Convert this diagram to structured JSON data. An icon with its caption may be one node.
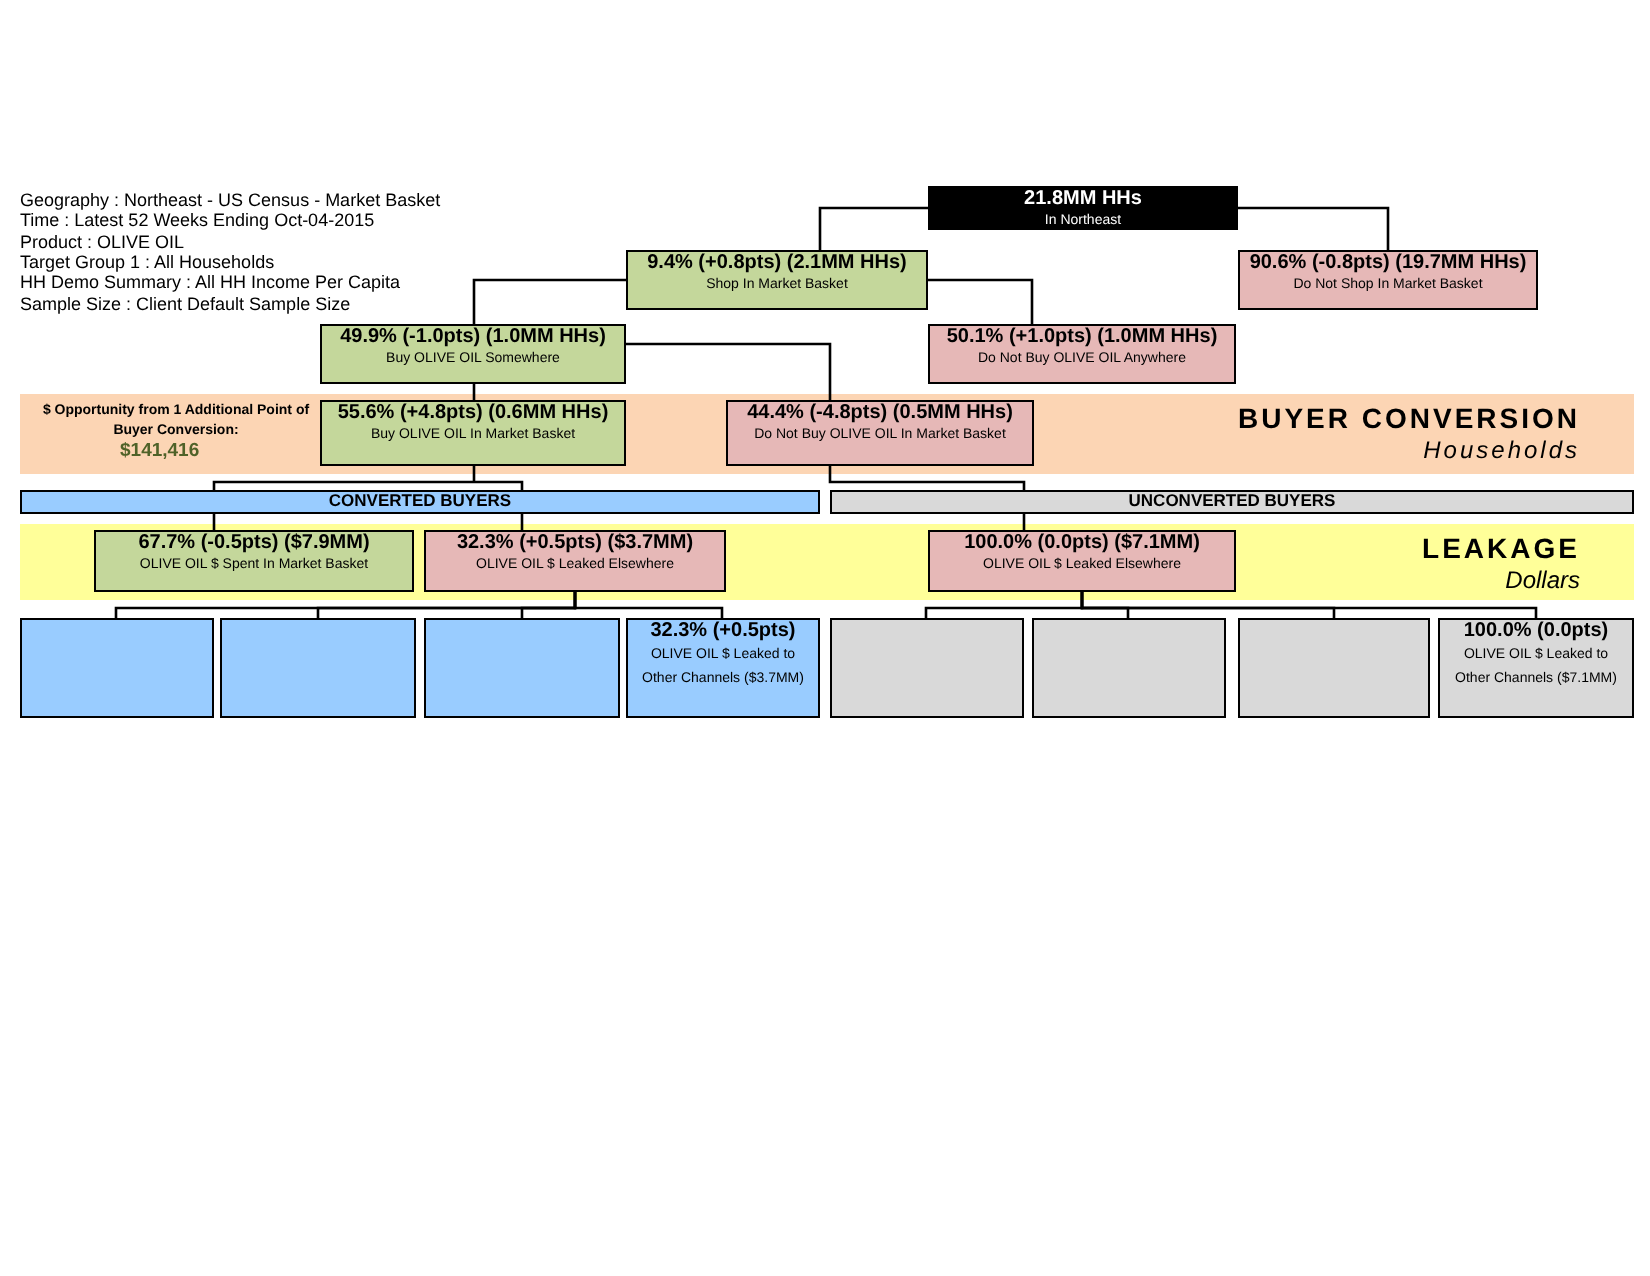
{
  "diagram": {
    "nodes": [
      {
        "text": [
          "21.8MM HHs",
          "In Northeast"
        ]
      },
      {
        "text": [
          "9.4% (+0.8pts) (2.1MM HHs)",
          "Shop In Market Basket"
        ]
      },
      {
        "text": [
          "90.6% (-0.8pts) (19.7MM HHs)",
          "Do Not Shop In Market Basket"
        ]
      },
      {
        "text": [
          "49.9% (-1.0pts) (1.0MM HHs)",
          "Buy OLIVE OIL Somewhere"
        ]
      },
      {
        "text": [
          "50.1% (+1.0pts) (1.0MM HHs)",
          "Do Not Buy OLIVE OIL Anywhere"
        ]
      },
      {
        "text": [
          "$ Opportunity from 1 Additional Point of Buyer Conversion:",
          "$141,416",
          "BUYER CONVERSION",
          "Households"
        ]
      },
      {
        "text": [
          "55.6% (+4.8pts) (0.6MM HHs)",
          "Buy OLIVE OIL In Market Basket"
        ],
        "in": 5
      },
      {
        "text": [
          "44.4% (-4.8pts) (0.5MM HHs)",
          "Do Not Buy OLIVE OIL In Market Basket"
        ],
        "in": 5
      },
      {
        "text": [
          "CONVERTED BUYERS"
        ]
      },
      {
        "text": [
          "UNCONVERTED BUYERS"
        ]
      },
      {
        "text": [
          "LEAKAGE",
          "Dollars"
        ]
      },
      {
        "text": [
          "67.7% (-0.5pts) ($7.9MM)",
          "OLIVE OIL $ Spent In Market Basket"
        ],
        "in": 10
      },
      {
        "text": [
          "32.3% (+0.5pts) ($3.7MM)",
          "OLIVE OIL $ Leaked Elsewhere"
        ],
        "in": 10
      },
      {
        "text": [
          "100.0% (0.0pts) ($7.1MM)",
          "OLIVE OIL $ Leaked Elsewhere"
        ],
        "in": 10
      },
      {
        "text": [],
        "shape": "box"
      },
      {
        "text": [],
        "shape": "box"
      },
      {
        "text": [],
        "shape": "box"
      },
      {
        "text": [
          "32.3% (+0.5pts)",
          "OLIVE OIL $ Leaked to Other Channels ($3.7MM)"
        ]
      },
      {
        "text": [],
        "shape": "box"
      },
      {
        "text": [],
        "shape": "box"
      },
      {
        "text": [],
        "shape": "box"
      },
      {
        "text": [
          "100.0% (0.0pts)",
          "OLIVE OIL $ Leaked to Other Channels ($7.1MM)"
        ]
      }
    ],
    "edges": [
      {
        "from": 0,
        "to": 1,
        "arrow": "none"
      },
      {
        "from": 0,
        "to": 2,
        "arrow": "none"
      },
      {
        "from": 1,
        "to": 3,
        "arrow": "none"
      },
      {
        "from": 1,
        "to": 4,
        "arrow": "none"
      },
      {
        "from": 3,
        "to": 6,
        "arrow": "none"
      },
      {
        "from": 3,
        "to": 7,
        "arrow": "none"
      },
      {
        "from": 6,
        "to": 8,
        "arrow": "none"
      },
      {
        "from": 7,
        "to": 9,
        "arrow": "none"
      },
      {
        "from": 8,
        "to": 11,
        "arrow": "none"
      },
      {
        "from": 8,
        "to": 12,
        "arrow": "none"
      },
      {
        "from": 9,
        "to": 13,
        "arrow": "none"
      },
      {
        "from": 12,
        "to": 14,
        "arrow": "none"
      },
      {
        "from": 12,
        "to": 15,
        "arrow": "none"
      },
      {
        "from": 12,
        "to": 16,
        "arrow": "none"
      },
      {
        "from": 12,
        "to": 17,
        "arrow": "none"
      },
      {
        "from": 13,
        "to": 18,
        "arrow": "none"
      },
      {
        "from": 13,
        "to": 19,
        "arrow": "none"
      },
      {
        "from": 13,
        "to": 20,
        "arrow": "none"
      },
      {
        "from": 13,
        "to": 21,
        "arrow": "none"
      }
    ],
    "labels": [
      "Geography : Northeast - US Census - Market Basket",
      "Time : Latest 52 Weeks Ending Oct-04-2015",
      "Product : OLIVE OIL",
      "Target Group 1 : All Households",
      "HH Demo Summary : All HH Income Per Capita",
      "Sample Size : Client Default Sample Size"
    ]
  }
}
